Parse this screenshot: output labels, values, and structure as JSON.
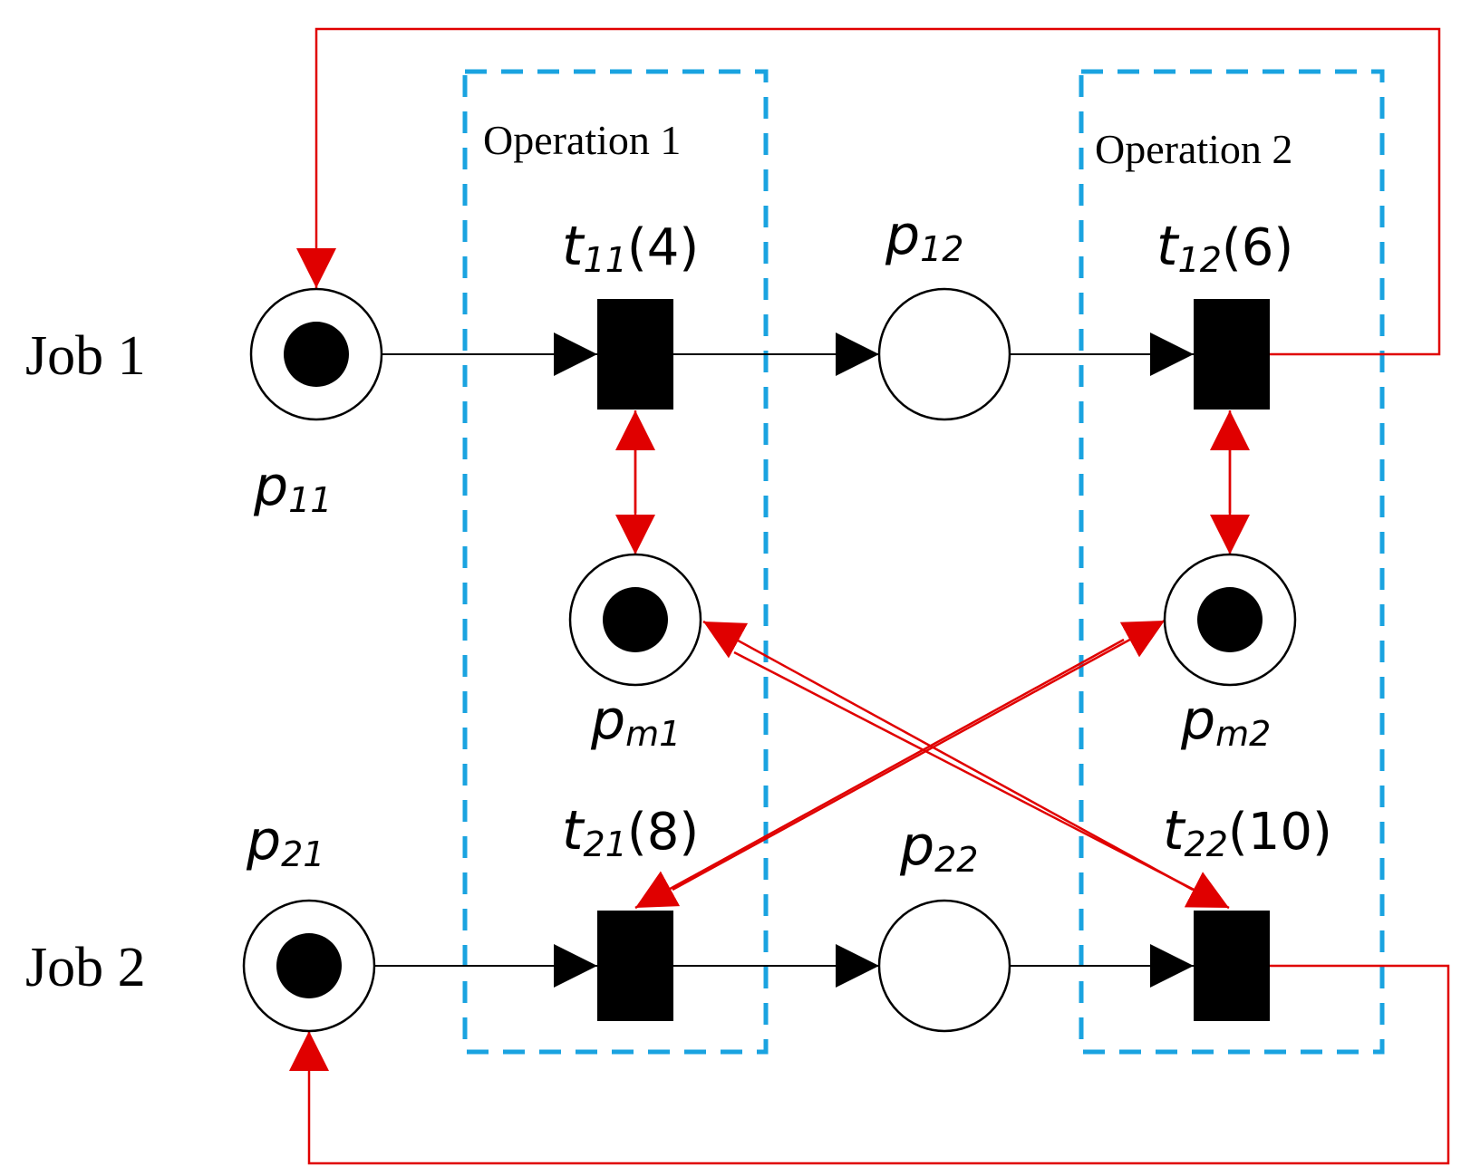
{
  "colors": {
    "arc_black": "#000000",
    "arc_red": "#e00000",
    "group_border": "#1aa3e0",
    "place_fill": "#ffffff",
    "token": "#000000",
    "transition": "#000000"
  },
  "jobs": [
    {
      "label": "Job 1"
    },
    {
      "label": "Job 2"
    }
  ],
  "operations": [
    {
      "label": "Operation 1"
    },
    {
      "label": "Operation 2"
    }
  ],
  "places": {
    "p11": {
      "base": "p",
      "sub": "11",
      "tokens": 1
    },
    "p12": {
      "base": "p",
      "sub": "12",
      "tokens": 0
    },
    "p21": {
      "base": "p",
      "sub": "21",
      "tokens": 1
    },
    "p22": {
      "base": "p",
      "sub": "22",
      "tokens": 0
    },
    "pm1": {
      "base": "p",
      "sub": "m1",
      "tokens": 1
    },
    "pm2": {
      "base": "p",
      "sub": "m2",
      "tokens": 1
    }
  },
  "transitions": {
    "t11": {
      "base": "t",
      "sub": "11",
      "time": "(4)"
    },
    "t12": {
      "base": "t",
      "sub": "12",
      "time": "(6)"
    },
    "t21": {
      "base": "t",
      "sub": "21",
      "time": "(8)"
    },
    "t22": {
      "base": "t",
      "sub": "22",
      "time": "(10)"
    }
  },
  "arcs": [
    {
      "from": "p11",
      "to": "t11",
      "color": "black"
    },
    {
      "from": "t11",
      "to": "p12",
      "color": "black"
    },
    {
      "from": "p12",
      "to": "t12",
      "color": "black"
    },
    {
      "from": "t12",
      "to": "p11",
      "color": "red"
    },
    {
      "from": "p21",
      "to": "t21",
      "color": "black"
    },
    {
      "from": "t21",
      "to": "p22",
      "color": "black"
    },
    {
      "from": "p22",
      "to": "t22",
      "color": "black"
    },
    {
      "from": "t22",
      "to": "p21",
      "color": "red"
    },
    {
      "from": "pm1",
      "to": "t11",
      "color": "red"
    },
    {
      "from": "t11",
      "to": "pm1",
      "color": "red"
    },
    {
      "from": "pm2",
      "to": "t12",
      "color": "red"
    },
    {
      "from": "t12",
      "to": "pm2",
      "color": "red"
    },
    {
      "from": "pm1",
      "to": "t22",
      "color": "red"
    },
    {
      "from": "t22",
      "to": "pm1",
      "color": "red"
    },
    {
      "from": "pm2",
      "to": "t21",
      "color": "red"
    },
    {
      "from": "t21",
      "to": "pm2",
      "color": "red"
    }
  ]
}
